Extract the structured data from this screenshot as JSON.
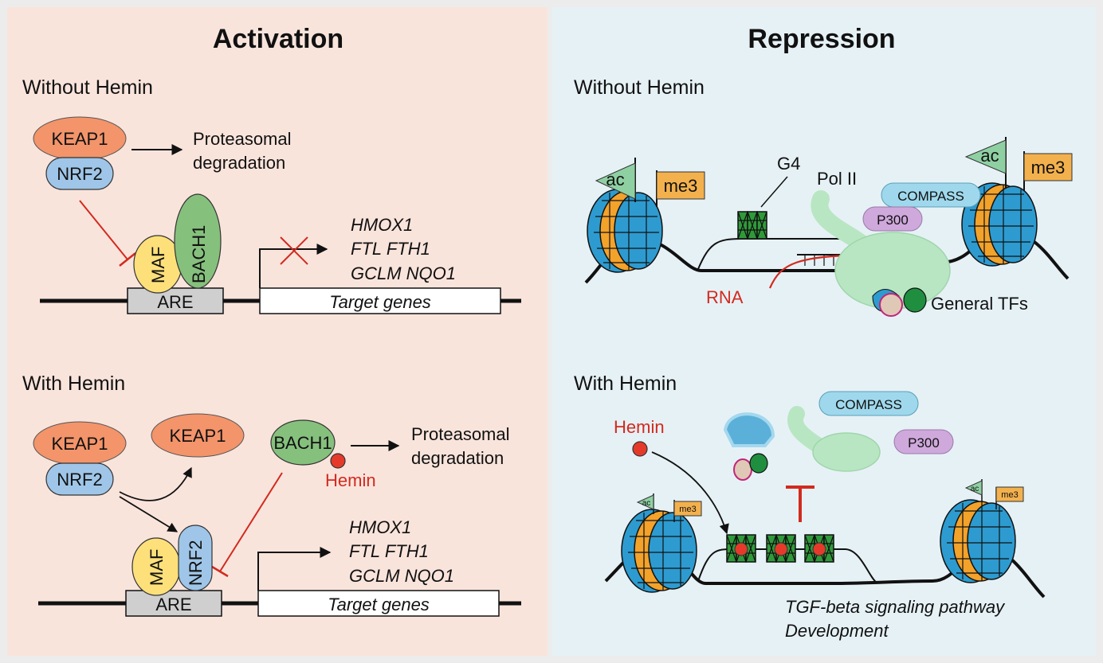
{
  "activation": {
    "title": "Activation",
    "without_hemin": {
      "heading": "Without Hemin",
      "keap1": "KEAP1",
      "nrf2": "NRF2",
      "degradation_line1": "Proteasomal",
      "degradation_line2": "degradation",
      "maf": "MAF",
      "bach1": "BACH1",
      "are": "ARE",
      "target_genes": "Target genes",
      "genes": [
        "HMOX1",
        "FTL  FTH1",
        "GCLM  NQO1"
      ]
    },
    "with_hemin": {
      "heading": "With Hemin",
      "keap1": "KEAP1",
      "nrf2": "NRF2",
      "keap1_free": "KEAP1",
      "bach1": "BACH1",
      "hemin": "Hemin",
      "degradation_line1": "Proteasomal",
      "degradation_line2": "degradation",
      "maf": "MAF",
      "nrf2_bound": "NRF2",
      "are": "ARE",
      "target_genes": "Target genes",
      "genes": [
        "HMOX1",
        "FTL  FTH1",
        "GCLM  NQO1"
      ]
    }
  },
  "repression": {
    "title": "Repression",
    "without_hemin": {
      "heading": "Without Hemin",
      "ac": "ac",
      "me3": "me3",
      "g4": "G4",
      "pol2": "Pol II",
      "compass": "COMPASS",
      "p300": "P300",
      "rna": "RNA",
      "general_tfs": "General TFs"
    },
    "with_hemin": {
      "heading": "With Hemin",
      "hemin": "Hemin",
      "compass": "COMPASS",
      "p300": "P300",
      "ac": "ac",
      "me3": "me3",
      "pathway_line1": "TGF-beta signaling pathway",
      "pathway_line2": "Development"
    }
  },
  "colors": {
    "activation_bg": "#f9e4dc",
    "repression_bg": "#e6f1f6",
    "keap1": "#f3946a",
    "nrf2": "#9fc6e8",
    "maf": "#fde07a",
    "bach1": "#86c07d",
    "are": "#cfcfcf",
    "inhibit": "#d22a1e",
    "nucleosome_blue": "#2d9bd0",
    "nucleosome_orange": "#f3a22a",
    "ac_flag": "#8fd0a3",
    "me3_tag": "#f3b14d",
    "polii": "#b9e6c2",
    "compass": "#9fd8ec",
    "p300": "#cfa8dc",
    "g4": "#2f9a3a"
  }
}
